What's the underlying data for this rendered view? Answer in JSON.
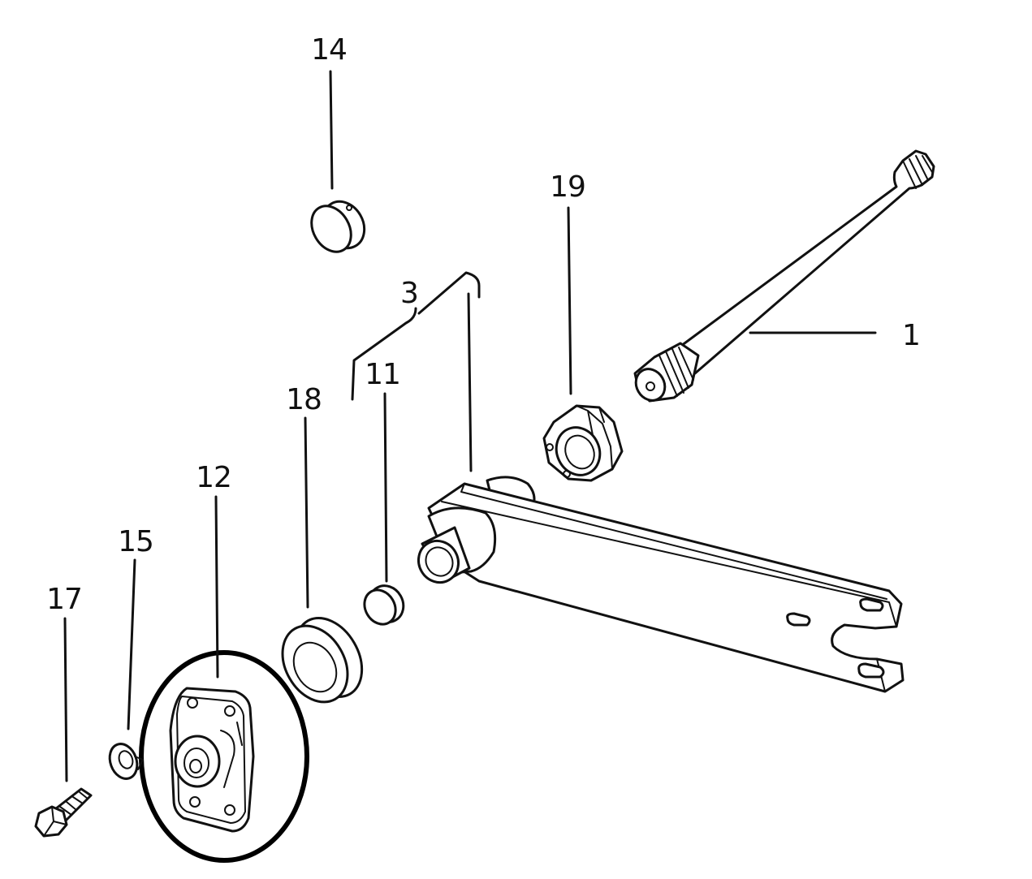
{
  "diagram": {
    "callouts": [
      {
        "id": "part-1",
        "text": "1"
      },
      {
        "id": "part-3",
        "text": "3"
      },
      {
        "id": "part-11",
        "text": "11"
      },
      {
        "id": "part-12",
        "text": "12"
      },
      {
        "id": "part-14",
        "text": "14"
      },
      {
        "id": "part-15",
        "text": "15"
      },
      {
        "id": "part-17",
        "text": "17"
      },
      {
        "id": "part-18",
        "text": "18"
      },
      {
        "id": "part-19",
        "text": "19"
      }
    ],
    "highlighted_part": "12",
    "colors": {
      "line": "#111111",
      "background": "#ffffff",
      "highlight": "#000000"
    }
  }
}
